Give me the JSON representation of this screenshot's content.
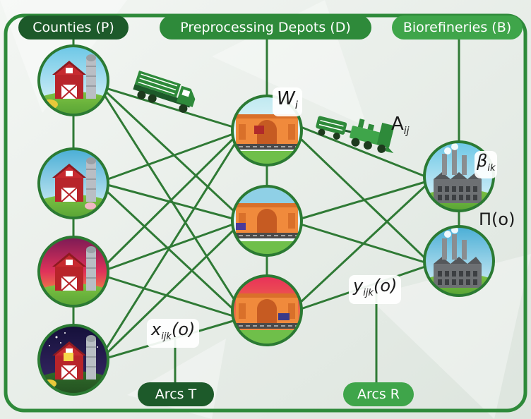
{
  "headers": {
    "counties": "Counties (P)",
    "depots": "Preprocessing Depots (D)",
    "biorefineries": "Biorefineries (B)"
  },
  "arcs": {
    "t": "Arcs T",
    "r": "Arcs R"
  },
  "labels": {
    "w_main": "W",
    "w_sub": "i",
    "a_main": "A",
    "a_sub": "ij",
    "beta_main": "β",
    "beta_sub": "ik",
    "pi": "Π(o)",
    "x_main": "x",
    "x_sub": "ijk",
    "x_tail": "(o)",
    "y_main": "y",
    "y_sub": "ijk",
    "y_tail": "(o)"
  },
  "colors": {
    "frame": "#2e8a3a",
    "dark_green": "#1d5a2a",
    "edge": "#2f7a35",
    "ring": "#2b7a33"
  }
}
